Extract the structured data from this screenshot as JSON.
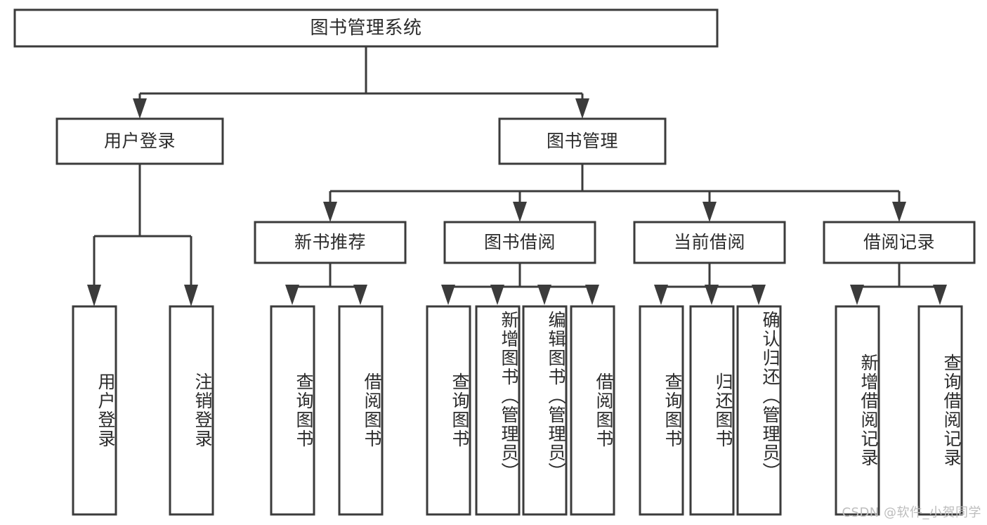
{
  "diagram": {
    "type": "tree",
    "title": "图书管理系统",
    "colors": {
      "box_stroke": "#3b3b3b",
      "box_fill": "#ffffff",
      "text": "#2b2b2b",
      "background": "#ffffff",
      "watermark": "#bdbdbd"
    },
    "levels": {
      "root": {
        "label": "图书管理系统"
      },
      "level2": [
        {
          "label": "用户登录"
        },
        {
          "label": "图书管理"
        }
      ],
      "level3": [
        {
          "label": "新书推荐"
        },
        {
          "label": "图书借阅"
        },
        {
          "label": "当前借阅"
        },
        {
          "label": "借阅记录"
        }
      ],
      "leaves": [
        {
          "label": "用户登录",
          "parent": "用户登录",
          "align": "center"
        },
        {
          "label": "注销登录",
          "parent": "用户登录",
          "align": "center"
        },
        {
          "label": "查询图书",
          "parent": "新书推荐",
          "align": "center"
        },
        {
          "label": "借阅图书",
          "parent": "新书推荐",
          "align": "center"
        },
        {
          "label": "查询图书",
          "parent": "图书借阅",
          "align": "center"
        },
        {
          "label": "新增图书（管理员）",
          "parent": "图书借阅",
          "align": "top"
        },
        {
          "label": "编辑图书（管理员）",
          "parent": "图书借阅",
          "align": "top"
        },
        {
          "label": "借阅图书",
          "parent": "图书借阅",
          "align": "center"
        },
        {
          "label": "查询图书",
          "parent": "当前借阅",
          "align": "center"
        },
        {
          "label": "归还图书",
          "parent": "当前借阅",
          "align": "center"
        },
        {
          "label": "确认归还（管理员）",
          "parent": "当前借阅",
          "align": "top"
        },
        {
          "label": "新增借阅记录",
          "parent": "借阅记录",
          "align": "center"
        },
        {
          "label": "查询借阅记录",
          "parent": "借阅记录",
          "align": "center"
        }
      ]
    }
  },
  "watermark": {
    "text": "CSDN @软件_小贺同学"
  }
}
